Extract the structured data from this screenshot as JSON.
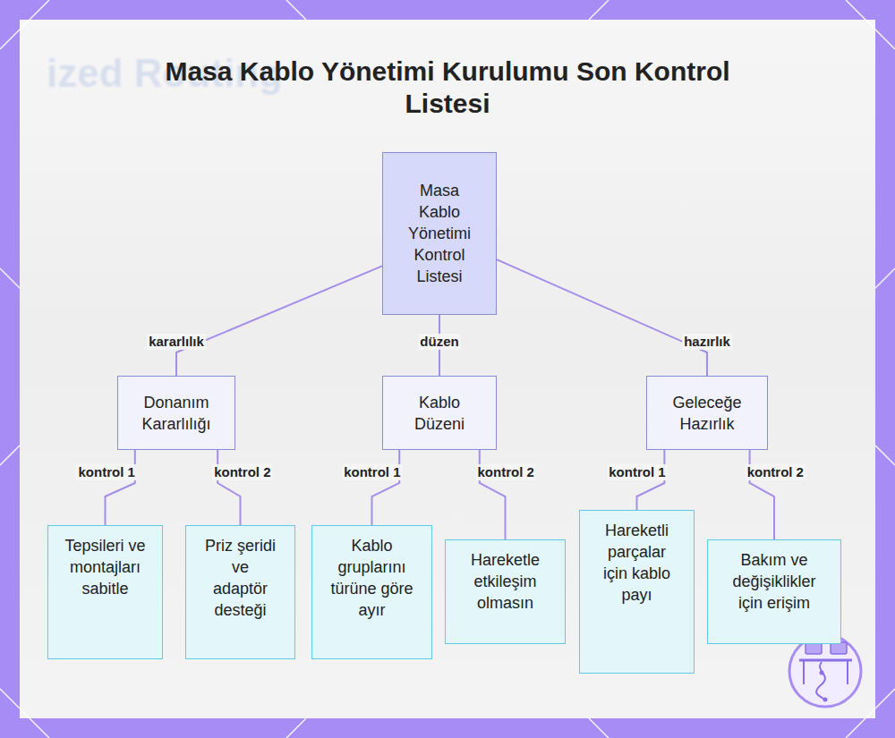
{
  "diagram": {
    "title": "Masa Kablo Yönetimi Kurulumu Son Kontrol Listesi",
    "nodes": [
      {
        "text": [
          "Masa Kablo Yönetimi Kontrol Listesi"
        ]
      },
      {
        "text": [
          "Donanım Kararlılığı"
        ]
      },
      {
        "text": [
          "Kablo Düzeni"
        ]
      },
      {
        "text": [
          "Geleceğe Hazırlık"
        ]
      },
      {
        "text": [
          "Tepsileri ve montajları sabitle"
        ]
      },
      {
        "text": [
          "Priz şeridi ve adaptör desteği"
        ]
      },
      {
        "text": [
          "Kablo gruplarını türüne göre ayır"
        ]
      },
      {
        "text": [
          "Hareketle etkileşim olmasın"
        ]
      },
      {
        "text": [
          "Hareketli parçalar için kablo payı"
        ]
      },
      {
        "text": [
          "Bakım ve değişiklikler için erişim"
        ]
      }
    ],
    "edges": [
      {
        "from": 0,
        "to": 1,
        "label": "kararlılık",
        "arrow": "none"
      },
      {
        "from": 0,
        "to": 2,
        "label": "düzen",
        "arrow": "none"
      },
      {
        "from": 0,
        "to": 3,
        "label": "hazırlık",
        "arrow": "none"
      },
      {
        "from": 1,
        "to": 4,
        "label": "kontrol 1",
        "arrow": "none"
      },
      {
        "from": 1,
        "to": 5,
        "label": "kontrol 2",
        "arrow": "none"
      },
      {
        "from": 2,
        "to": 6,
        "label": "kontrol 1",
        "arrow": "none"
      },
      {
        "from": 2,
        "to": 7,
        "label": "kontrol 2",
        "arrow": "none"
      },
      {
        "from": 3,
        "to": 8,
        "label": "kontrol 1",
        "arrow": "none"
      },
      {
        "from": 3,
        "to": 9,
        "label": "kontrol 2",
        "arrow": "none"
      }
    ],
    "labels": [
      "ized Routing"
    ]
  }
}
